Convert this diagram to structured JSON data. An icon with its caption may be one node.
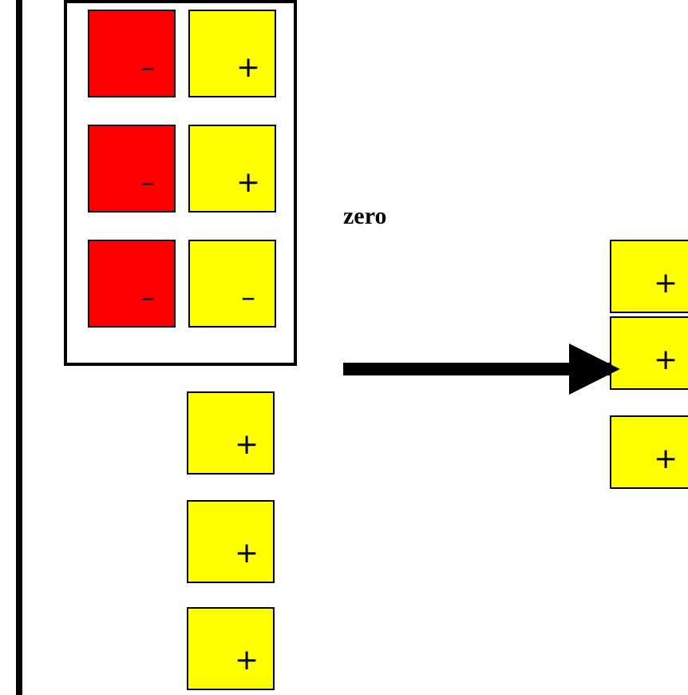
{
  "diagram": {
    "nodes": [
      {
        "text": [],
        "shape": "box"
      },
      {
        "text": [
          "–"
        ],
        "in": 0
      },
      {
        "text": [
          "+"
        ],
        "in": 0
      },
      {
        "text": [
          "–"
        ],
        "in": 0
      },
      {
        "text": [
          "+"
        ],
        "in": 0
      },
      {
        "text": [
          "–"
        ],
        "in": 0
      },
      {
        "text": [
          "–"
        ],
        "in": 0
      },
      {
        "text": [
          "+"
        ]
      },
      {
        "text": [
          "+"
        ]
      },
      {
        "text": [
          "+"
        ]
      },
      {
        "text": [
          "+"
        ]
      },
      {
        "text": [
          "+"
        ]
      },
      {
        "text": [
          "+"
        ]
      }
    ],
    "edges": [
      {
        "from": null,
        "to": 11,
        "arrow": "to"
      }
    ],
    "labels": [
      "zero"
    ]
  }
}
